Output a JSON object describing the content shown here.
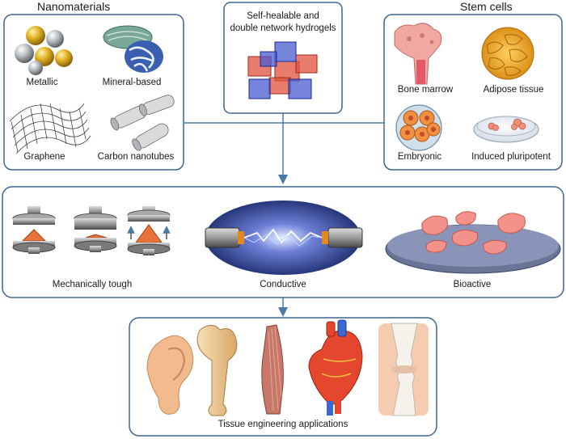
{
  "nanomaterials": {
    "title": "Nanomaterials",
    "items": [
      "Metallic",
      "Mineral-based",
      "Graphene",
      "Carbon nanotubes"
    ]
  },
  "hydrogels": {
    "title_line1": "Self-healable and",
    "title_line2": "double network hydrogels"
  },
  "stem_cells": {
    "title": "Stem cells",
    "items": [
      "Bone marrow",
      "Adipose tissue",
      "Embryonic",
      "Induced pluripotent"
    ]
  },
  "properties": {
    "items": [
      "Mechanically tough",
      "Conductive",
      "Bioactive"
    ]
  },
  "applications": {
    "caption": "Tissue engineering applications",
    "tissues": [
      "ear-icon",
      "bone-icon",
      "muscle-icon",
      "heart-icon",
      "knee-icon"
    ]
  },
  "colors": {
    "border": "#3d6690",
    "arrow": "#4a78a8",
    "gold": "#e0b020",
    "silver": "#b8bcc0",
    "hydrogel_red": "#e0523e",
    "hydrogel_blue": "#4a5bd0",
    "cell_pink": "#f0807a",
    "skin": "#f2bb8e"
  }
}
